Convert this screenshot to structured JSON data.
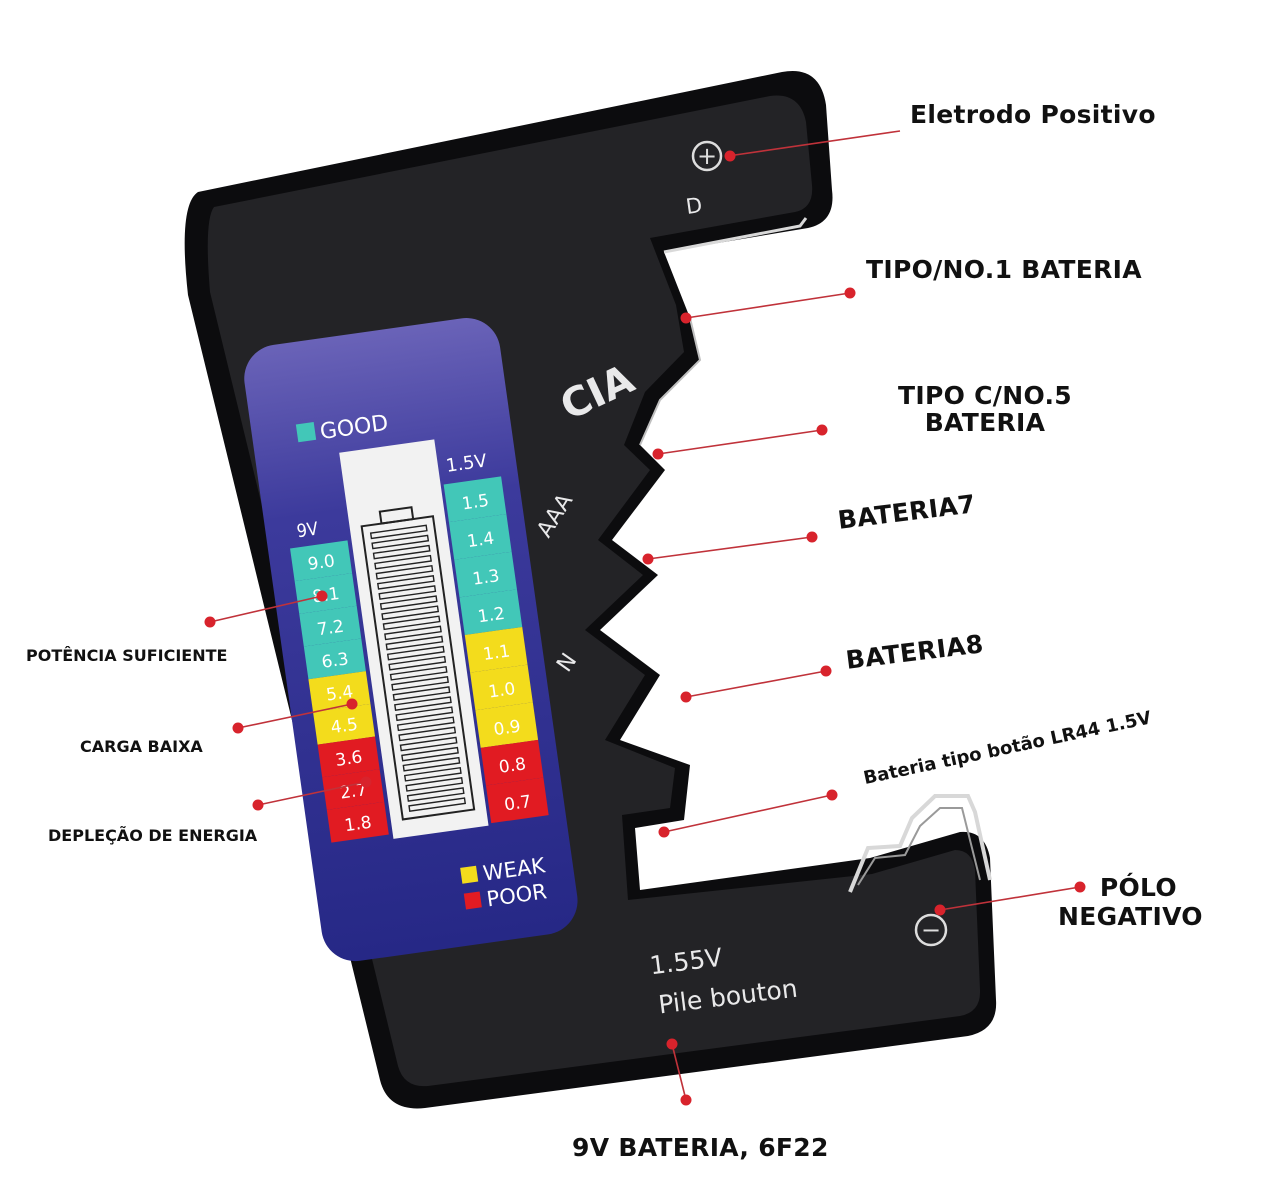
{
  "colors": {
    "tester_body": "#1f1f22",
    "tester_edge": "#0c0c0e",
    "panel_blue": "#262886",
    "panel_purple": "#6a63b8",
    "good": "#42c7b8",
    "weak": "#f3dc1c",
    "poor": "#e11b22",
    "callout_line": "#c0323a",
    "callout_dot": "#d8232c",
    "body_text": "#e9e9ea"
  },
  "callouts": {
    "positive_electrode": "Eletrodo Positivo",
    "type_no1": "TIPO/NO.1 BATERIA",
    "type_c_no5_line1": "TIPO C/NO.5",
    "type_c_no5_line2": "BATERIA",
    "battery7": "BATERIA7",
    "battery8": "BATERIA8",
    "button_cell": "Bateria tipo botão LR44 1.5V",
    "negative_pole_line1": "PÓLO",
    "negative_pole_line2": "NEGATIVO",
    "battery_9v": "9V BATERIA, 6F22",
    "sufficient_power": "POTÊNCIA SUFICIENTE",
    "low_charge": "CARGA BAIXA",
    "energy_depletion": "DEPLEÇÃO DE ENERGIA"
  },
  "device": {
    "slot_d": "D",
    "slot_cia": "CIA",
    "slot_aaa": "AAA",
    "slot_n": "N",
    "plus_symbol": "+",
    "minus_symbol": "−",
    "button_voltage": "1.55V",
    "button_label": "Pile bouton",
    "legend_good": "GOOD",
    "legend_weak": "WEAK",
    "legend_poor": "POOR",
    "scale_9v_header": "9V",
    "scale_15v_header": "1.5V",
    "scale_9v": [
      {
        "value": "9.0",
        "level": "good"
      },
      {
        "value": "8.1",
        "level": "good"
      },
      {
        "value": "7.2",
        "level": "good"
      },
      {
        "value": "6.3",
        "level": "good"
      },
      {
        "value": "5.4",
        "level": "weak"
      },
      {
        "value": "4.5",
        "level": "weak"
      },
      {
        "value": "3.6",
        "level": "poor"
      },
      {
        "value": "2.7",
        "level": "poor"
      },
      {
        "value": "1.8",
        "level": "poor"
      }
    ],
    "scale_15v": [
      {
        "value": "1.5",
        "level": "good"
      },
      {
        "value": "1.4",
        "level": "good"
      },
      {
        "value": "1.3",
        "level": "good"
      },
      {
        "value": "1.2",
        "level": "good"
      },
      {
        "value": "1.1",
        "level": "weak"
      },
      {
        "value": "1.0",
        "level": "weak"
      },
      {
        "value": "0.9",
        "level": "weak"
      },
      {
        "value": "0.8",
        "level": "poor"
      },
      {
        "value": "0.7",
        "level": "poor"
      }
    ]
  }
}
